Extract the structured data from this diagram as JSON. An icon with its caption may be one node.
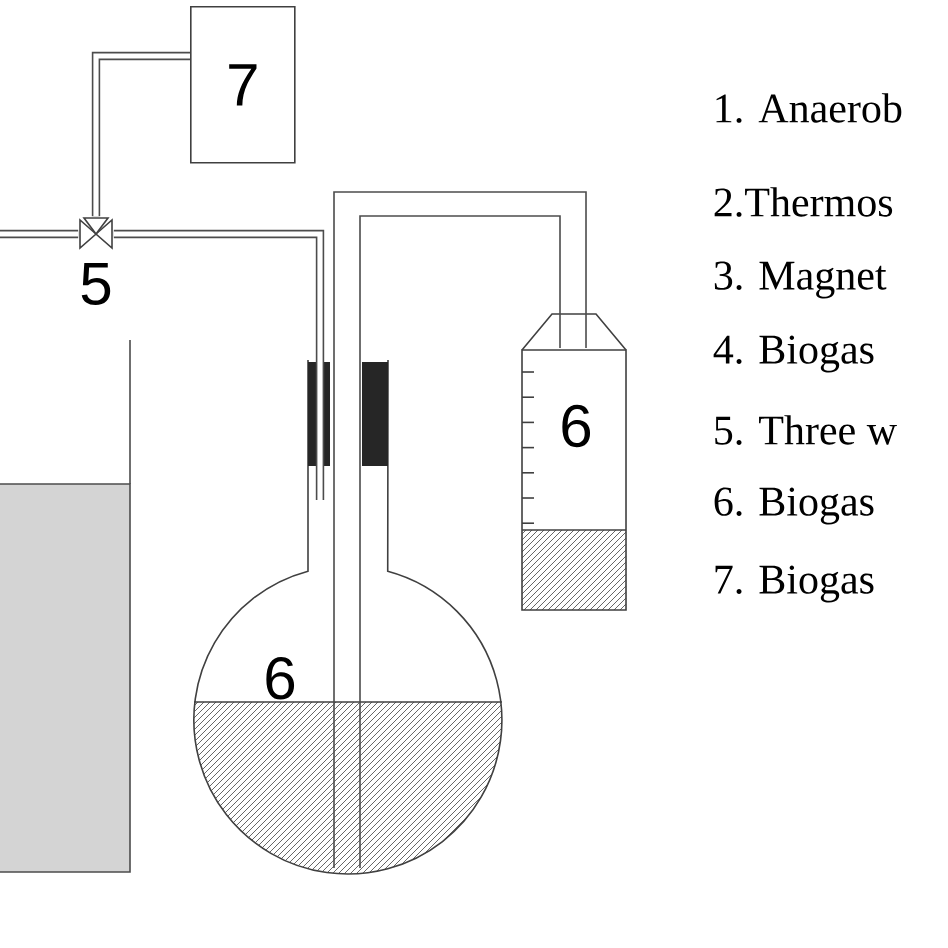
{
  "diagram": {
    "nodes": [
      {
        "text": [
          "7"
        ]
      },
      {
        "text": [],
        "shape": "valve",
        "beside": [
          "5"
        ]
      },
      {
        "text": [
          "6"
        ]
      },
      {
        "text": [
          "6"
        ]
      }
    ],
    "edges": [
      {
        "from": 0,
        "to": 1,
        "arrow": "none"
      },
      {
        "from": null,
        "to": 1,
        "arrow": "none"
      },
      {
        "from": 1,
        "to": 2,
        "arrow": "none"
      },
      {
        "from": 2,
        "to": 3,
        "arrow": "none"
      },
      {
        "from": 2,
        "to": 3,
        "arrow": "none"
      }
    ],
    "labels": [
      "1. Anaerob",
      "2.Thermos",
      "3. Magnet",
      "4. Biogas",
      "5. Three w",
      "6. Biogas",
      "7. Biogas"
    ]
  }
}
